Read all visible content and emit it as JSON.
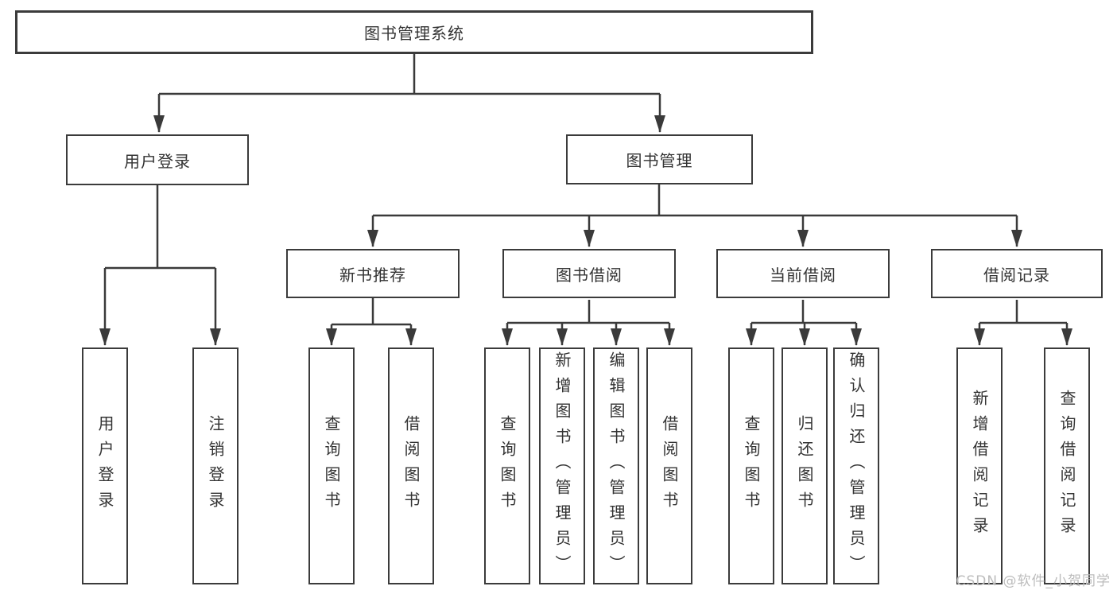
{
  "tree": {
    "label": "图书管理系统",
    "children": [
      {
        "label": "用户登录",
        "children": [
          {
            "label": "用户登录"
          },
          {
            "label": "注销登录"
          }
        ]
      },
      {
        "label": "图书管理",
        "children": [
          {
            "label": "新书推荐",
            "children": [
              {
                "label": "查询图书"
              },
              {
                "label": "借阅图书"
              }
            ]
          },
          {
            "label": "图书借阅",
            "children": [
              {
                "label": "查询图书"
              },
              {
                "label": "新增图书（管理员）"
              },
              {
                "label": "编辑图书（管理员）"
              },
              {
                "label": "借阅图书"
              }
            ]
          },
          {
            "label": "当前借阅",
            "children": [
              {
                "label": "查询图书"
              },
              {
                "label": "归还图书"
              },
              {
                "label": "确认归还（管理员）"
              }
            ]
          },
          {
            "label": "借阅记录",
            "children": [
              {
                "label": "新增借阅记录"
              },
              {
                "label": "查询借阅记录"
              }
            ]
          }
        ]
      }
    ]
  },
  "watermark": {
    "text": "CSDN @软件_小贺同学"
  },
  "colors": {
    "line": "#3a3a3a",
    "box_border": "#3b3b3b",
    "text": "#333333",
    "watermark": "#bcbcbc",
    "background": "#ffffff"
  }
}
